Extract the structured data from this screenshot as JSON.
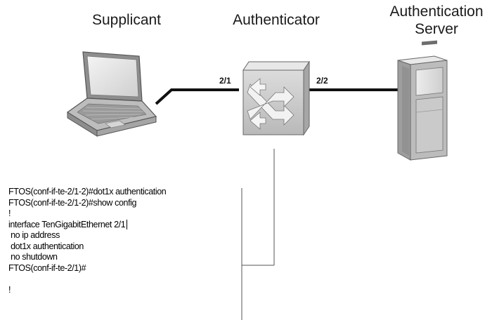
{
  "nodes": {
    "supplicant": {
      "title": "Supplicant"
    },
    "authenticator": {
      "title": "Authenticator"
    },
    "server": {
      "title_line1": "Authentication",
      "title_line2": "Server"
    }
  },
  "links": {
    "port_left": "2/1",
    "port_right": "2/2"
  },
  "cli": {
    "lines": [
      "FTOS(conf-if-te-2/1-2)#dot1x authentication",
      "FTOS(conf-if-te-2/1-2)#show config",
      "!",
      "interface TenGigabitEthernet 2/1",
      " no ip address",
      " dot1x authentication",
      " no shutdown",
      "FTOS(conf-if-te-2/1)#",
      "",
      "!"
    ]
  },
  "icons": [
    "laptop-icon",
    "switch-icon",
    "server-icon"
  ],
  "colors": {
    "link": "#111111",
    "device_gray": "#c9c9c9",
    "leader": "#555555"
  }
}
